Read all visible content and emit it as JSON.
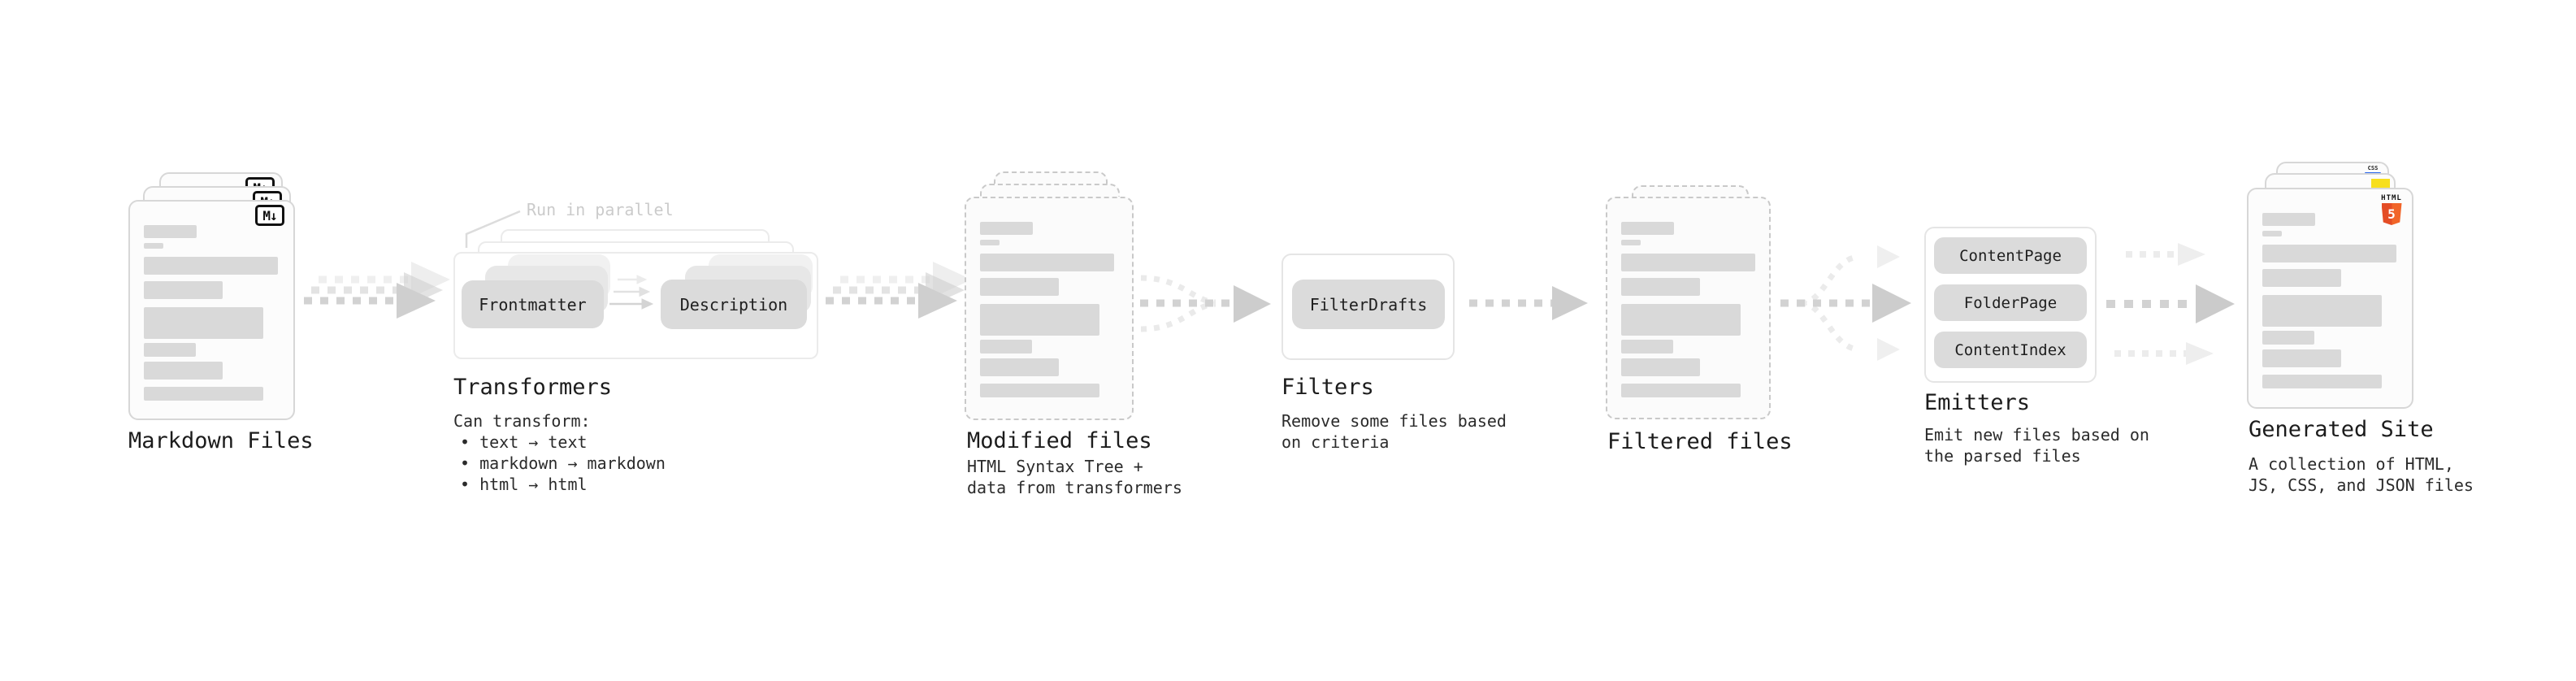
{
  "diagram": {
    "markdown": {
      "label": "Markdown Files",
      "badge": "M↓"
    },
    "transformers": {
      "note": "Run in parallel",
      "node_a": "Frontmatter",
      "node_b": "Description",
      "label": "Transformers",
      "desc_title": "Can transform:",
      "bullets": [
        "• text → text",
        "• markdown → markdown",
        "• html → html"
      ]
    },
    "modified": {
      "label": "Modified files",
      "desc": [
        "HTML Syntax Tree +",
        "data from transformers"
      ]
    },
    "filters": {
      "node": "FilterDrafts",
      "label": "Filters",
      "desc": [
        "Remove some files based",
        "on criteria"
      ]
    },
    "filtered": {
      "label": "Filtered files"
    },
    "emitters": {
      "nodes": [
        "ContentPage",
        "FolderPage",
        "ContentIndex"
      ],
      "label": "Emitters",
      "desc": [
        "Emit new files based on",
        "the parsed files"
      ]
    },
    "generated": {
      "label": "Generated Site",
      "desc": [
        "A collection of HTML,",
        "JS, CSS, and JSON files"
      ],
      "badge_css": "CSS",
      "badge_html": "HTML",
      "badge_five": "5"
    }
  },
  "colors": {
    "html5_orange": "#e44d26",
    "html5_orange_light": "#f16529",
    "js_yellow": "#f7df1e",
    "css_blue": "#2563eb",
    "bar_gray": "#d9d9d9",
    "arrow_gray": "#d2d2d2",
    "note_gray": "#cbcbcb"
  }
}
